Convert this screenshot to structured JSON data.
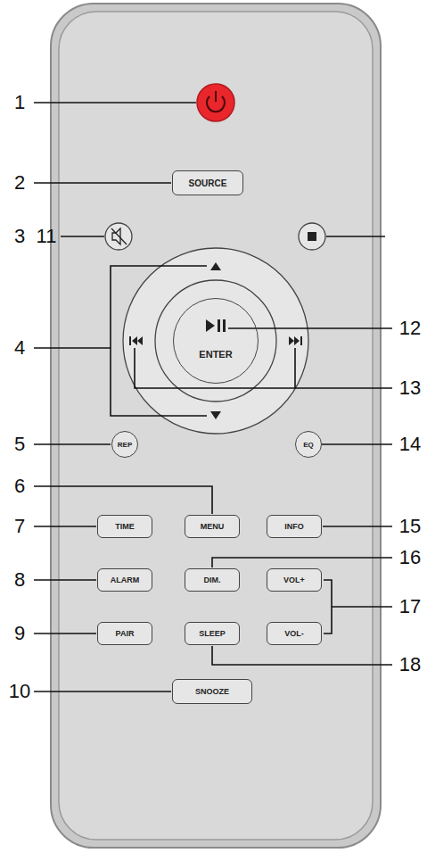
{
  "diagram": {
    "nodes": [
      {
        "text": [
          "SOURCE"
        ]
      },
      {
        "text": [
          "ENTER"
        ]
      },
      {
        "text": [
          "REP"
        ]
      },
      {
        "text": [
          "EQ"
        ]
      },
      {
        "text": [
          "TIME"
        ]
      },
      {
        "text": [
          "MENU"
        ]
      },
      {
        "text": [
          "INFO"
        ]
      },
      {
        "text": [
          "ALARM"
        ]
      },
      {
        "text": [
          "DIM."
        ]
      },
      {
        "text": [
          "VOL+"
        ]
      },
      {
        "text": [
          "PAIR"
        ]
      },
      {
        "text": [
          "SLEEP"
        ]
      },
      {
        "text": [
          "VOL-"
        ]
      },
      {
        "text": [
          "SNOOZE"
        ]
      }
    ],
    "labels": [
      "1",
      "2",
      "3",
      "11",
      "4",
      "12",
      "13",
      "5",
      "14",
      "6",
      "7",
      "15",
      "16",
      "8",
      "17",
      "9",
      "18",
      "10"
    ]
  }
}
